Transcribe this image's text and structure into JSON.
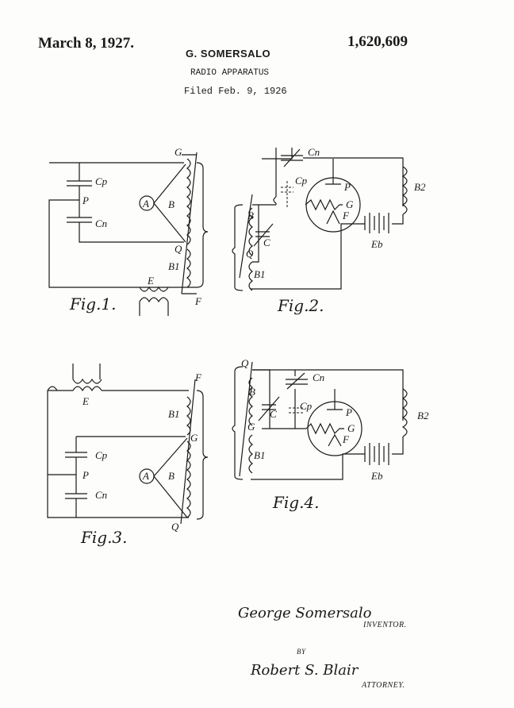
{
  "header": {
    "date": "March 8, 1927.",
    "inventor": "G. SOMERSALO",
    "title": "RADIO APPARATUS",
    "filed": "Filed Feb. 9, 1926",
    "patent_number": "1,620,609"
  },
  "figures": [
    {
      "label": "Fig.1.",
      "components": [
        "G",
        "Cp",
        "P",
        "Cn",
        "A",
        "B",
        "Q",
        "B1",
        "E",
        "F"
      ]
    },
    {
      "label": "Fig.2.",
      "components": [
        "Cn",
        "Cp",
        "P",
        "B2",
        "G",
        "B",
        "C",
        "F",
        "Q",
        "B1",
        "Eb"
      ]
    },
    {
      "label": "Fig.3.",
      "components": [
        "E",
        "F",
        "B1",
        "G",
        "Cp",
        "P",
        "A",
        "B",
        "Cn",
        "Q"
      ]
    },
    {
      "label": "Fig.4.",
      "components": [
        "Q",
        "Cn",
        "B",
        "Cp",
        "C",
        "P",
        "B2",
        "G",
        "F",
        "B1",
        "Eb"
      ]
    }
  ],
  "signatures": {
    "inventor_signature": "George Somersalo",
    "inventor_role": "INVENTOR.",
    "by": "BY",
    "attorney_signature": "Robert S. Blair",
    "attorney_role": "ATTORNEY."
  },
  "colors": {
    "ink": "#1a1a1a",
    "paper": "#fdfdfb"
  }
}
